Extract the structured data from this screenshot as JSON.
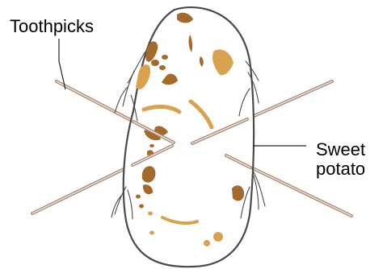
{
  "labels": {
    "toothpicks": "Toothpicks",
    "sweet_potato_line1": "Sweet",
    "sweet_potato_line2": "potato"
  },
  "colors": {
    "outline": "#4a4a4a",
    "skin": "#ffffff",
    "spot_dark": "#a36a2c",
    "spot_light": "#d8a24f",
    "toothpick_outer": "#a88a78",
    "toothpick_inner": "#efe5de",
    "leader_line": "#222222",
    "root": "#4a4a4a"
  }
}
